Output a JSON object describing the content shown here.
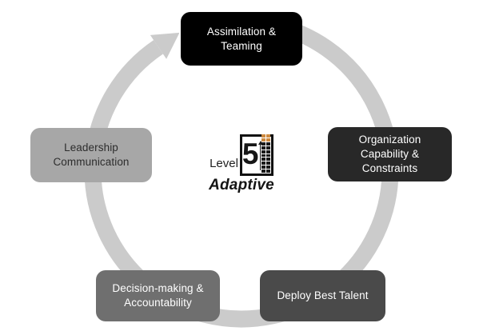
{
  "ring": {
    "color": "#cbcbcb",
    "direction": "clockwise"
  },
  "cycle": {
    "nodes": [
      {
        "label": "Assimilation &\nTeaming",
        "bg": "#000000",
        "fg": "#ffffff"
      },
      {
        "label": "Organization\nCapability &\nConstraints",
        "bg": "#282828",
        "fg": "#ffffff"
      },
      {
        "label": "Deploy Best Talent",
        "bg": "#4a4a4a",
        "fg": "#ffffff"
      },
      {
        "label": "Decision-making &\nAccountability",
        "bg": "#6f6f6f",
        "fg": "#ffffff"
      },
      {
        "label": "Leadership\nCommunication",
        "bg": "#a7a7a7",
        "fg": "#2d2d2d"
      }
    ]
  },
  "brand": {
    "word": "Level",
    "numeral": "5",
    "tagline": "Adaptive",
    "accent_color": "#cd8a3f",
    "dark_color": "#191919",
    "grid": {
      "cols": 2,
      "rows": 10,
      "accent_rows": 2
    }
  }
}
